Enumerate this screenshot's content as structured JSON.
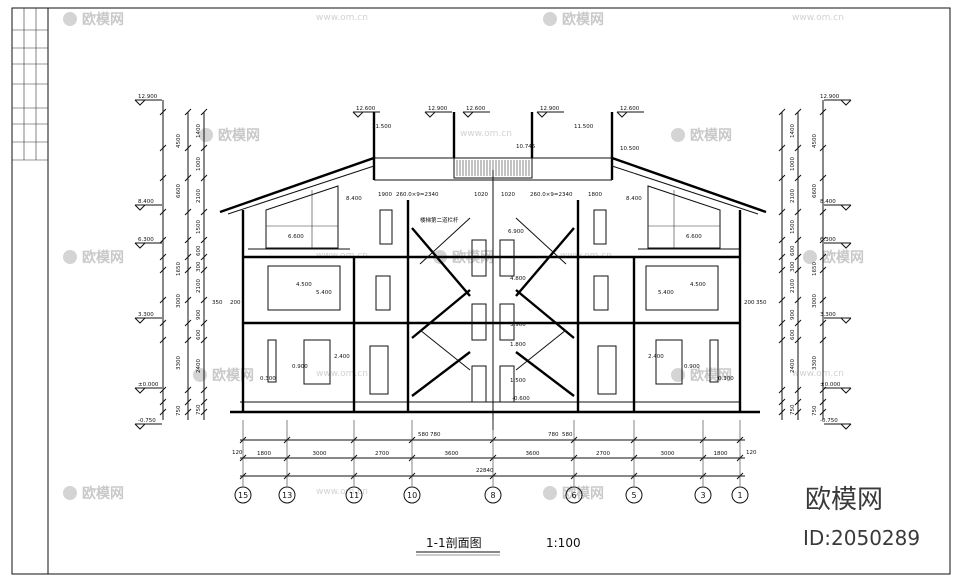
{
  "drawing": {
    "title": "1-1剖面图",
    "scale": "1:100"
  },
  "brand": {
    "name": "欧模网",
    "id": "ID:2050289"
  },
  "watermark": {
    "text": "欧模网",
    "url": "www.om.cn"
  },
  "axes": [
    "15",
    "13",
    "11",
    "10",
    "8",
    "6",
    "5",
    "3",
    "1"
  ],
  "spans": [
    "1800",
    "3000",
    "2700",
    "3600",
    "3600",
    "2700",
    "3000",
    "1800"
  ],
  "edge_offsets": [
    "120",
    "120"
  ],
  "total_length": "22840",
  "elevations_left": [
    "12.900",
    "8.400",
    "6.300",
    "3.300",
    "±0.000",
    "-0.750"
  ],
  "elevations_right": [
    "12.900",
    "8.400",
    "6.300",
    "3.300",
    "±0.000",
    "-0.750"
  ],
  "elevations_top": [
    "12.600",
    "12.900",
    "12.600",
    "12.900",
    "12.600"
  ],
  "ridge_levels": [
    "11.500",
    "11.500",
    "10.745",
    "10.500"
  ],
  "floor_levels": [
    "6.600",
    "6.600",
    "4.500",
    "5.400",
    "5.400",
    "4.500",
    "2.400",
    "0.900",
    "0.300",
    "2.400",
    "0.900",
    "0.300",
    "6.900",
    "4.800",
    "3.900",
    "1.800",
    "1.500",
    "-0.600",
    "8.400",
    "8.400"
  ],
  "dims_vertical_left": [
    "1400",
    "1000",
    "2100",
    "1500",
    "600",
    "300",
    "2100",
    "900",
    "600",
    "2400",
    "750"
  ],
  "dims_vertical_right": [
    "1400",
    "1000",
    "2100",
    "1500",
    "600",
    "300",
    "2100",
    "900",
    "600",
    "2400",
    "750"
  ],
  "dims_vertical_outer": [
    "4500",
    "6600",
    "1650",
    "3000",
    "3300",
    "750"
  ],
  "dims_horizontal_misc": [
    "1900",
    "260.0×9=2340",
    "1020",
    "1020",
    "260.0×9=2340",
    "1800",
    "580",
    "780",
    "780",
    "580",
    "350",
    "200",
    "350",
    "200"
  ],
  "stair_note": "楼梯第二道栏杆"
}
